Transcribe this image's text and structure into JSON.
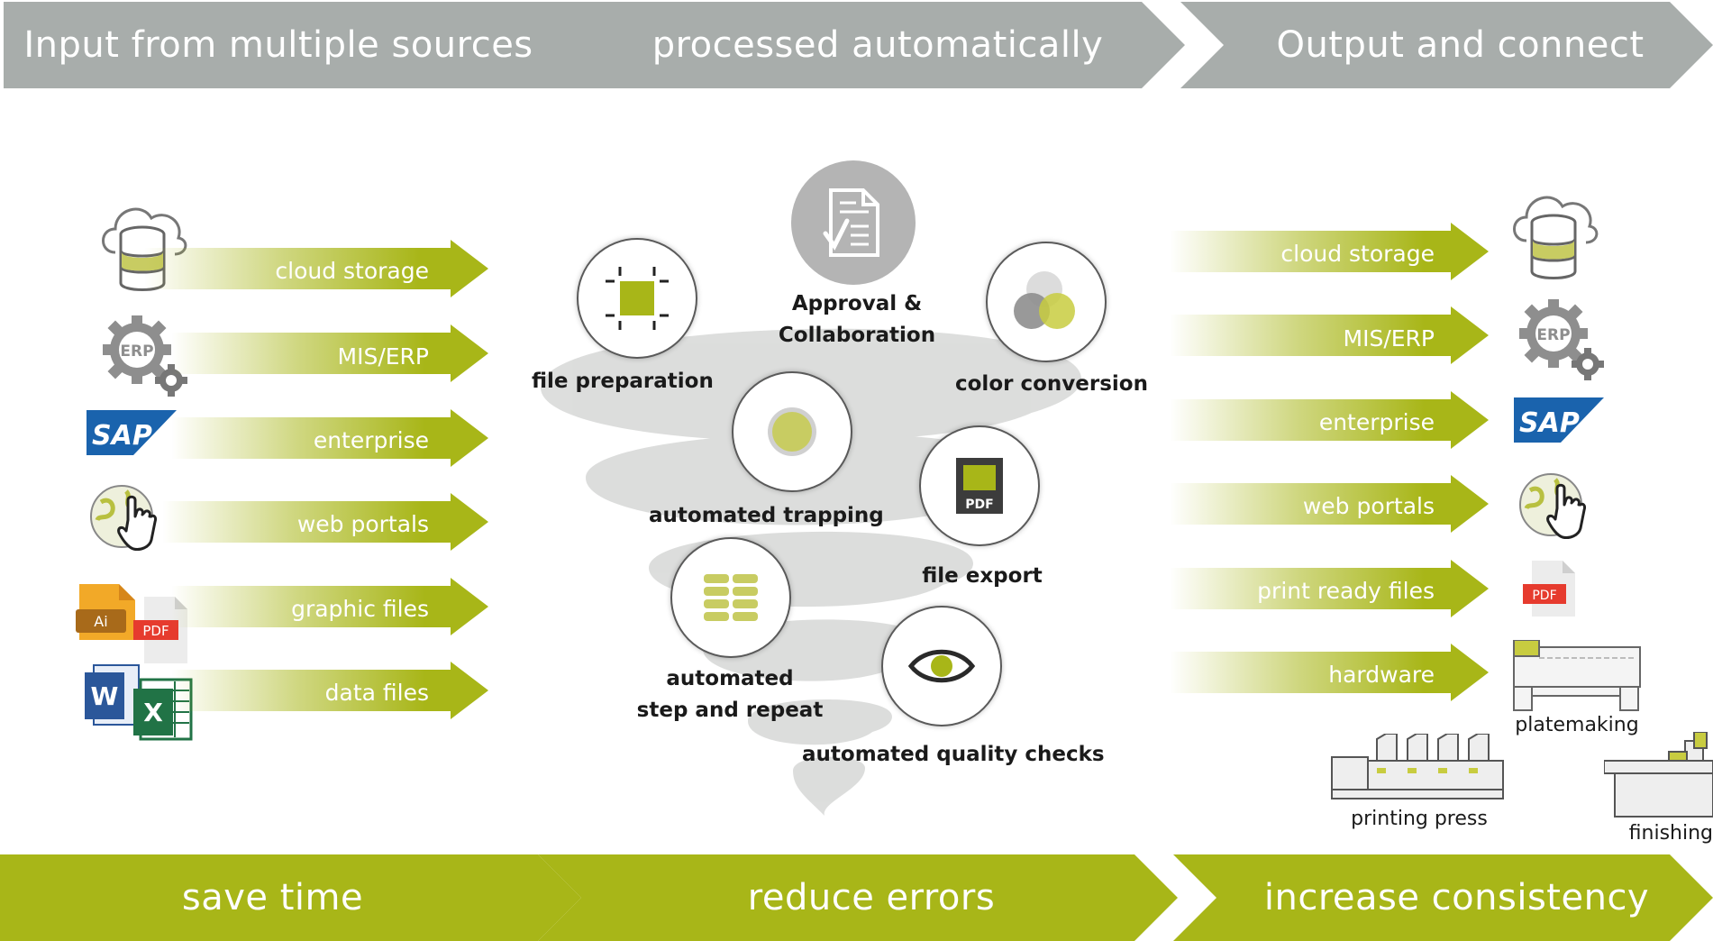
{
  "header": {
    "steps": [
      "Input from multiple sources",
      "processed automatically",
      "Output and connect"
    ]
  },
  "footer": {
    "benefits": [
      "save time",
      "reduce errors",
      "increase consistency"
    ]
  },
  "inputs": {
    "arrows": [
      "cloud storage",
      "MIS/ERP",
      "enterprise",
      "web portals",
      "graphic files",
      "data files"
    ],
    "icons": [
      "cloud-database-icon",
      "erp-gear-icon",
      "sap-logo-icon",
      "web-globe-icon",
      "ai-pdf-files-icon",
      "word-excel-icon"
    ]
  },
  "processes": {
    "approval": "Approval &\nCollaboration",
    "file_preparation": "file preparation",
    "color_conversion": "color conversion",
    "automated_trapping": "automated trapping",
    "file_export": "file export",
    "step_repeat": "automated\nstep and repeat",
    "quality_checks": "automated quality checks"
  },
  "outputs": {
    "arrows": [
      "cloud storage",
      "MIS/ERP",
      "enterprise",
      "web portals",
      "print ready files",
      "hardware"
    ],
    "machines": [
      "platemaking",
      "printing press",
      "finishing"
    ]
  },
  "icon_text": {
    "erp": "ERP",
    "sap": "SAP",
    "ai": "Ai",
    "pdf": "PDF",
    "word": "W",
    "excel": "X"
  },
  "colors": {
    "accent_green": "#a8b618",
    "banner_gray": "#a8adab",
    "icon_gray": "#8e8e8e",
    "sap_blue": "#1a63ad"
  }
}
